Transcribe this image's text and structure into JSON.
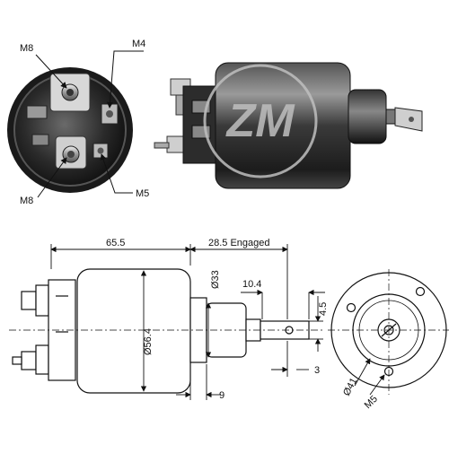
{
  "top_callouts": {
    "m8_top": "M8",
    "m4": "M4",
    "m8_bottom": "M8",
    "m5": "M5"
  },
  "dimensions": {
    "length": "65.5",
    "engaged": "28.5 Engaged",
    "d33": "Ø33",
    "d10_4": "10.4",
    "d4_5": "4.5",
    "d56_4": "Ø56.4",
    "d3": "3",
    "d9": "9",
    "d41": "Ø41",
    "m5_flange": "M5"
  },
  "watermark": "ZM",
  "colors": {
    "body": "#2a2a2a",
    "line": "#111111",
    "watermark": "#bfbfbf"
  }
}
